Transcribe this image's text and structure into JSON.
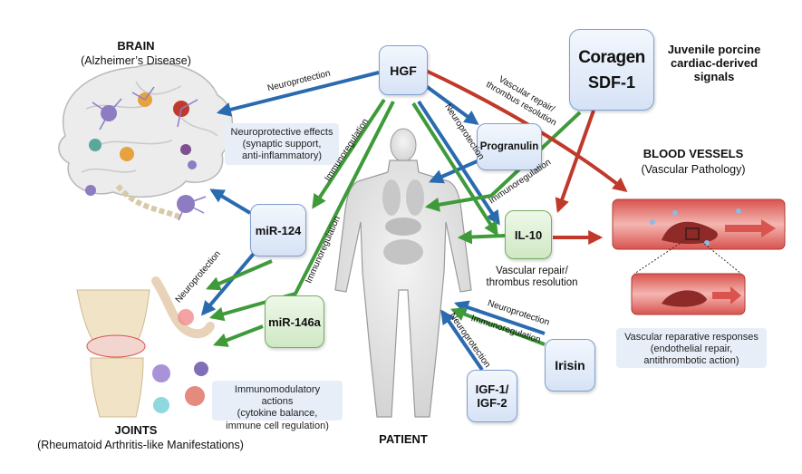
{
  "sections": {
    "brain": {
      "title": "BRAIN",
      "subtitle": "(Alzheimer’s Disease)"
    },
    "blood_vessels": {
      "title": "BLOOD VESSELS",
      "subtitle": "(Vascular Pathology)"
    },
    "joints": {
      "title": "JOINTS",
      "subtitle": "(Rheumatoid Arthritis-like Manifestations)"
    },
    "patient": {
      "title": "PATIENT"
    }
  },
  "source": {
    "logo_word": "Coragen",
    "label": "SDF-1",
    "description_line1": "Juvenile porcine",
    "description_line2": "cardiac-derived",
    "description_line3": "signals"
  },
  "nodes": {
    "hgf": "HGF",
    "progranulin": "Progranulin",
    "mir124": "miR-124",
    "mir146a": "miR-146a",
    "il10": "IL-10",
    "irisin": "Irisin",
    "igf_line1": "IGF-1/",
    "igf_line2": "IGF-2"
  },
  "notes": {
    "neuro_line1": "Neuroprotective effects",
    "neuro_line2": "(synaptic support,",
    "neuro_line3": "anti-inflammatory)",
    "immuno_line1": "Immunomodulatory actions",
    "immuno_line2": "(cytokine balance,",
    "immuno_line3": "immune cell regulation)",
    "vascular_line1": "Vascular reparative responses",
    "vascular_line2": "(endothelial repair,",
    "vascular_line3": "antithrombotic action)",
    "il10_line1": "Vascular repair/",
    "il10_line2": "thrombus resolution"
  },
  "edge_labels": {
    "neuroprotection": "Neuroprotection",
    "immunoregulation": "Immunoregulation",
    "vascular_line1": "Vascular repair/",
    "vascular_line2": "thrombus resolution"
  },
  "colors": {
    "neuroprotection_arrow": "#2a6bb0",
    "immunoregulation_arrow": "#3f9a3a",
    "vascular_arrow": "#c0392b",
    "blue_node_border": "#7f9fcf",
    "green_node_border": "#74ad62",
    "note_background": "#e8eef8"
  }
}
